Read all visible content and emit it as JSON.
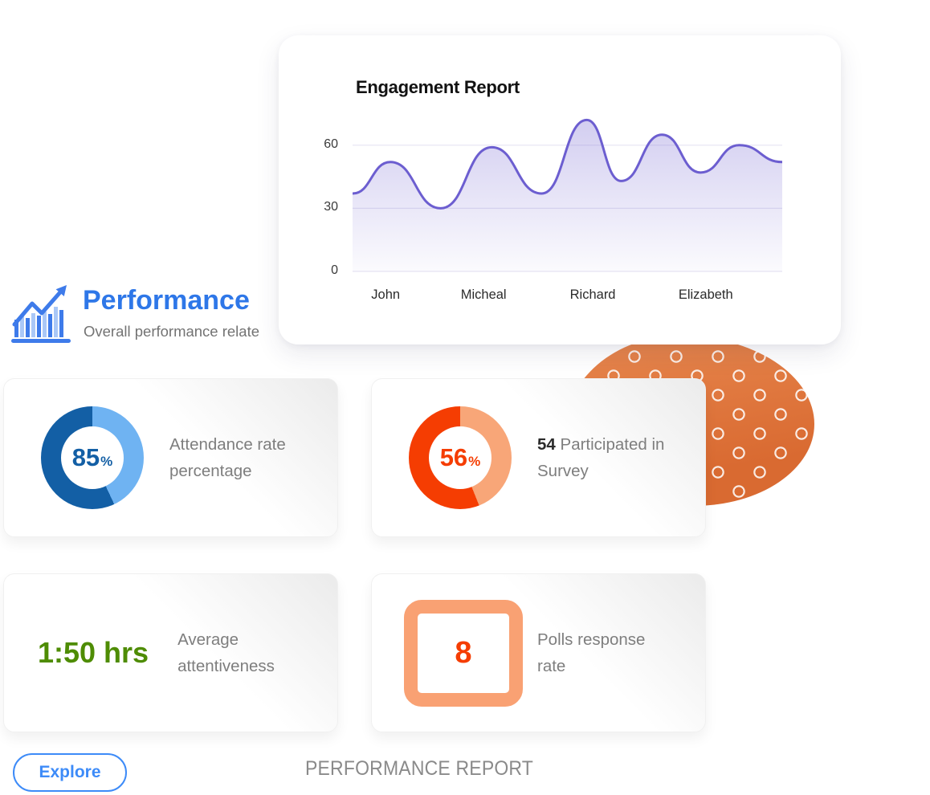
{
  "header": {
    "title": "Performance",
    "subtitle": "Overall performance relate"
  },
  "chart_data": [
    {
      "type": "area",
      "title": "Engagement Report",
      "categories": [
        "John",
        "Micheal",
        "Richard",
        "Elizabeth"
      ],
      "category_positions": [
        0.077,
        0.305,
        0.559,
        0.822
      ],
      "y_ticks": [
        60,
        30,
        0
      ],
      "ylim": [
        0,
        75
      ],
      "points": [
        {
          "x": 0,
          "v": 37
        },
        {
          "x": 0.088,
          "v": 52
        },
        {
          "x": 0.205,
          "v": 30
        },
        {
          "x": 0.324,
          "v": 59
        },
        {
          "x": 0.44,
          "v": 37
        },
        {
          "x": 0.545,
          "v": 72
        },
        {
          "x": 0.625,
          "v": 43
        },
        {
          "x": 0.72,
          "v": 65
        },
        {
          "x": 0.81,
          "v": 47
        },
        {
          "x": 0.9,
          "v": 60
        },
        {
          "x": 1,
          "v": 52
        }
      ],
      "peaks_by_category": {
        "John": 52,
        "Micheal": 59,
        "Richard": 72,
        "Elizabeth": 60
      },
      "line_color": "#6c5ed0",
      "fill_color": "#7c6ed4",
      "grid_color": "#e6e4f3",
      "grid": "horizontal",
      "legend": "none"
    },
    {
      "type": "donut",
      "value": 85,
      "unit": "%",
      "label": "Attendance rate percentage",
      "color_main": "#135fa5",
      "color_light": "#6fb3f2",
      "light_sweep_pct": 43
    },
    {
      "type": "donut",
      "value": 56,
      "unit": "%",
      "label": "54 Participated in Survey",
      "color_main": "#f53d02",
      "color_light": "#f8a678",
      "light_sweep_pct": 44
    }
  ],
  "cards": {
    "attendance": {
      "value": "85",
      "unit": "%",
      "label": "Attendance rate percentage"
    },
    "survey": {
      "value": "56",
      "unit": "%",
      "count": "54",
      "label": "Participated in Survey"
    },
    "attentiveness": {
      "value": "1:50 hrs",
      "label": "Average attentiveness"
    },
    "polls": {
      "value": "8",
      "label": "Polls response rate"
    }
  },
  "footer": {
    "explore_label": "Explore",
    "report_label": "PERFORMANCE REPORT"
  },
  "colors": {
    "accent_blue": "#2e77e8",
    "explore_blue": "#3d8bf8",
    "donut_dark_blue": "#135fa5",
    "donut_light_blue": "#6fb3f2",
    "donut_red_orange": "#f53d02",
    "donut_light_orange": "#f8a678",
    "green_value": "#4e8c04",
    "wave_purple": "#6c5ed0",
    "blob_orange": "#df7439",
    "muted_text": "#7e7e7e"
  }
}
